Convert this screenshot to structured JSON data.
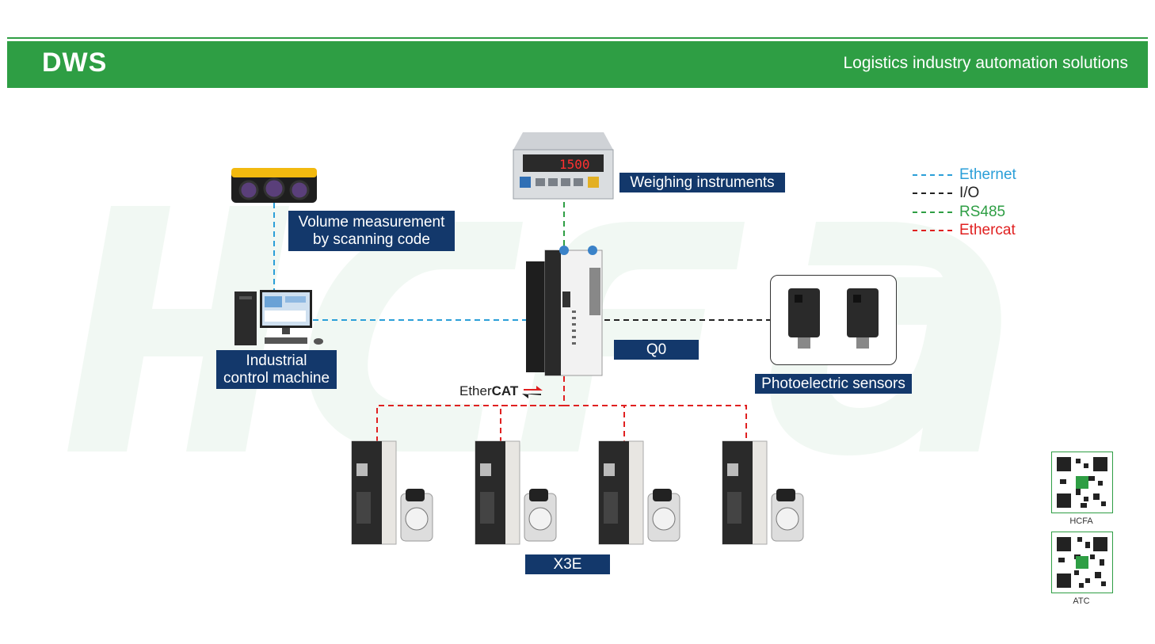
{
  "header": {
    "title": "DWS",
    "subtitle": "Logistics industry automation solutions"
  },
  "labels": {
    "volume": [
      "Volume measurement",
      "by scanning code"
    ],
    "weighing": "Weighing instruments",
    "ipc": [
      "Industrial",
      "control machine"
    ],
    "q0": "Q0",
    "photo": "Photoelectric sensors",
    "x3e": "X3E"
  },
  "ethercat_logo": {
    "prefix": "Ether",
    "suffix": "CAT"
  },
  "legend": [
    {
      "label": "Ethernet",
      "color": "#2b9fd8"
    },
    {
      "label": "I/O",
      "color": "#222222"
    },
    {
      "label": "RS485",
      "color": "#2e9e44"
    },
    {
      "label": "Ethercat",
      "color": "#e02020"
    }
  ],
  "weigh_display": "1500",
  "qr": [
    {
      "caption": "HCFA"
    },
    {
      "caption": "ATC"
    }
  ]
}
